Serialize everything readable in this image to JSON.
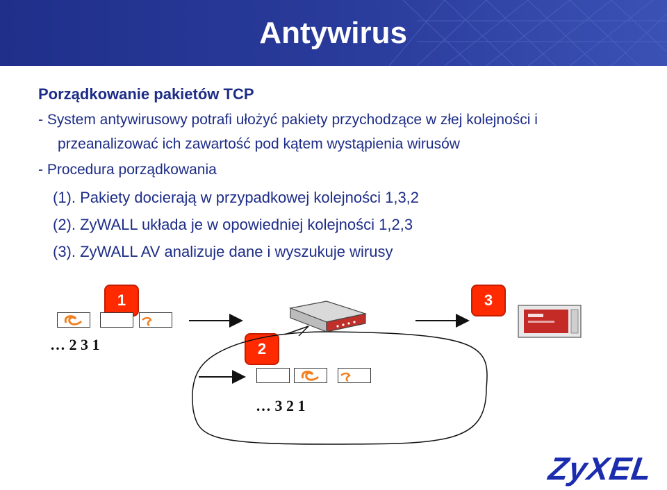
{
  "slide": {
    "title": "Antywirus",
    "heading": "Porządkowanie pakietów TCP",
    "lines": [
      "- System antywirusowy potrafi ułożyć pakiety przychodzące w złej kolejności i",
      "przeanalizować ich zawartość pod kątem wystąpienia wirusów",
      "- Procedura porządkowania",
      "(1). Pakiety docierają w przypadkowej kolejności 1,3,2",
      "(2). ZyWALL układa je w opowiedniej kolejności 1,2,3",
      "(3). ZyWALL AV analizuje dane i wyszukuje wirusy"
    ]
  },
  "diagram": {
    "badges": [
      "1",
      "2",
      "3"
    ],
    "sequence_incoming": "… 2    3    1",
    "sequence_ordered": "… 3    2    1"
  },
  "logo_text": "ZyXEL",
  "colors": {
    "header": "#2a3c9c",
    "text": "#1d2c87",
    "badge": "#ff2a00",
    "logo": "#1b2cae"
  }
}
